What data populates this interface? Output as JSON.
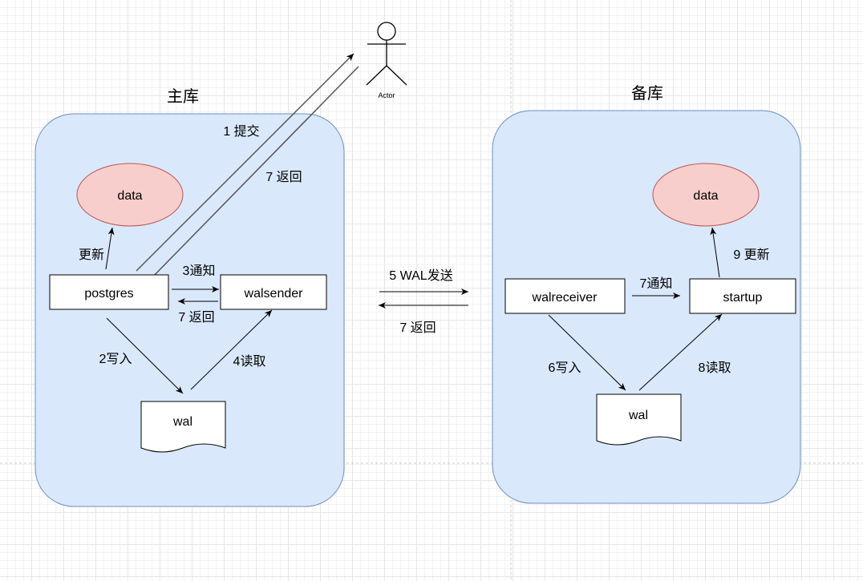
{
  "colors": {
    "container_fill": "#dae8fc",
    "container_stroke": "#6c8ebf",
    "data_fill": "#f8cecc",
    "data_stroke": "#b85450",
    "node_fill": "#ffffff",
    "line": "#000000",
    "guide_line": "#cccccc"
  },
  "actor": {
    "label": "Actor"
  },
  "primary": {
    "title": "主库",
    "data_label": "data",
    "postgres_label": "postgres",
    "walsender_label": "walsender",
    "wal_label": "wal",
    "edge_update": "更新",
    "edge_commit": "1 提交",
    "edge_return_actor": "7 返回",
    "edge_notify": "3通知",
    "edge_return_sender": "7 返回",
    "edge_write": "2写入",
    "edge_read": "4读取"
  },
  "transfer": {
    "send_label": "5 WAL发送",
    "return_label": "7 返回"
  },
  "standby": {
    "title": "备库",
    "data_label": "data",
    "walreceiver_label": "walreceiver",
    "startup_label": "startup",
    "wal_label": "wal",
    "edge_notify": "7通知",
    "edge_update": "9 更新",
    "edge_write": "6写入",
    "edge_read": "8读取"
  }
}
